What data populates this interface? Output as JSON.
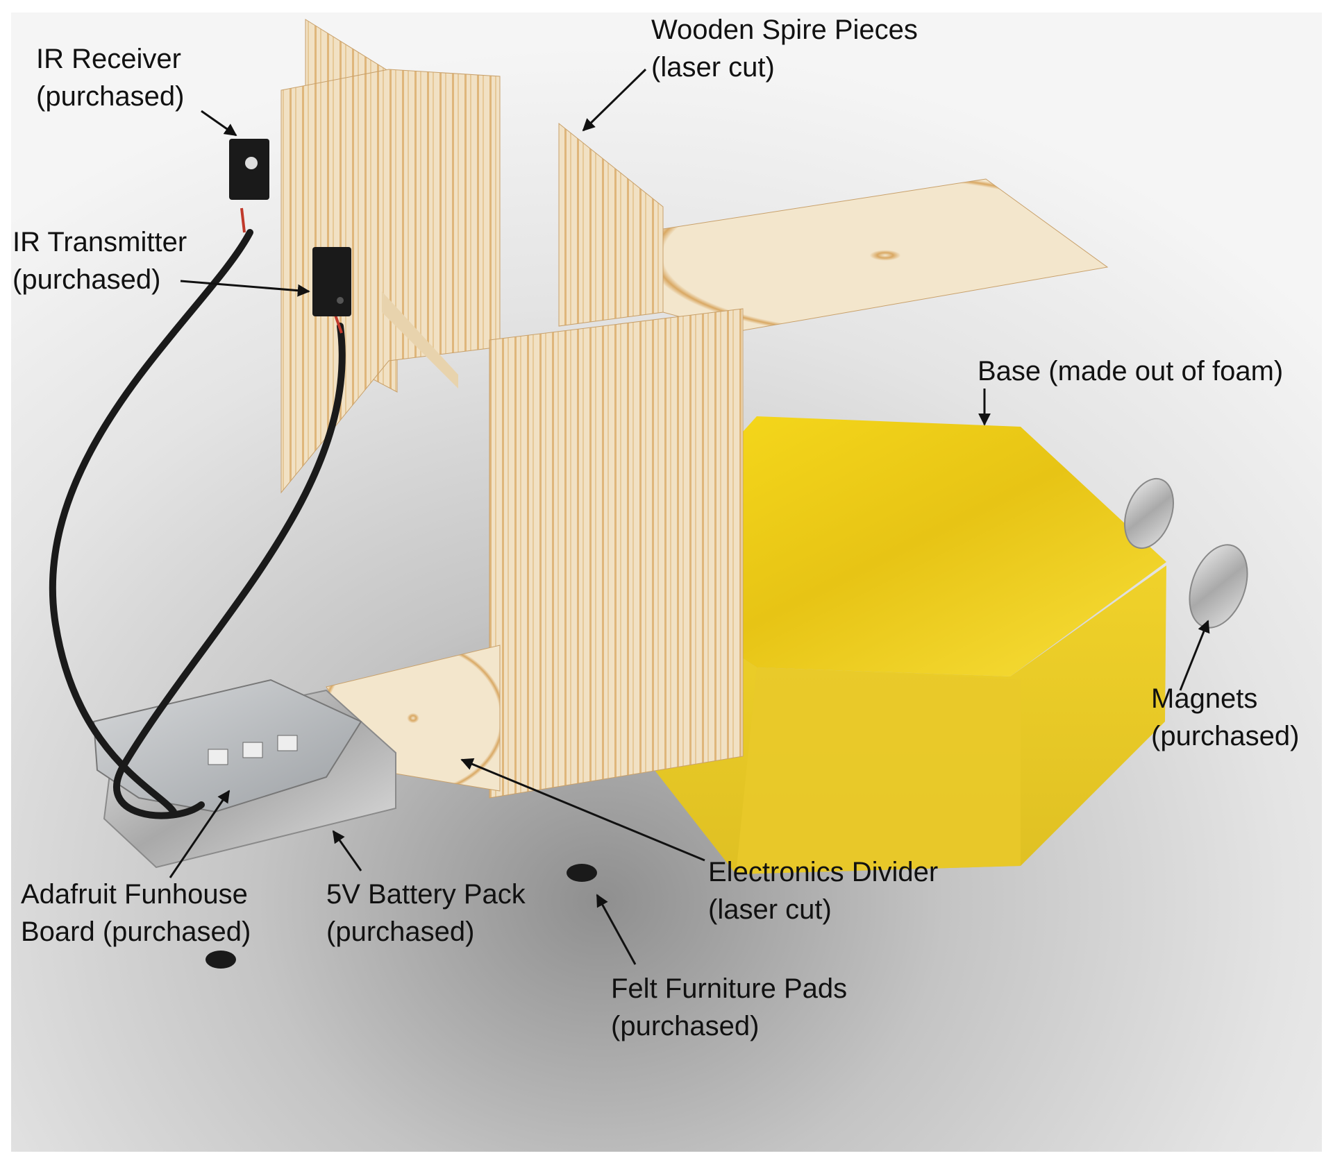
{
  "labels": {
    "ir_receiver": {
      "line1": "IR Receiver",
      "line2": "(purchased)"
    },
    "ir_transmitter": {
      "line1": "IR Transmitter",
      "line2": "(purchased)"
    },
    "wooden_spire": {
      "line1": "Wooden Spire Pieces",
      "line2": "(laser cut)"
    },
    "base": {
      "line1": "Base (made out of foam)"
    },
    "magnets": {
      "line1": "Magnets",
      "line2": "(purchased)"
    },
    "electronics_divider": {
      "line1": "Electronics Divider",
      "line2": "(laser cut)"
    },
    "funhouse_board": {
      "line1": "Adafruit Funhouse",
      "line2": "Board (purchased)"
    },
    "battery_pack": {
      "line1": "5V Battery Pack",
      "line2": "(purchased)"
    },
    "felt_pads": {
      "line1": "Felt Furniture Pads",
      "line2": "(purchased)"
    }
  },
  "colors": {
    "background_light": "#f2f2f2",
    "background_shadow": "#9a9a9a",
    "foam_yellow": "#f2d21e",
    "wood_light": "#f1e1c4",
    "wood_grain": "#d6a25a",
    "sensor_black": "#1a1a1a",
    "wire_red": "#c0392b",
    "board_silver": "#bfc3c7",
    "magnet_silver": "#c9c9c9"
  }
}
